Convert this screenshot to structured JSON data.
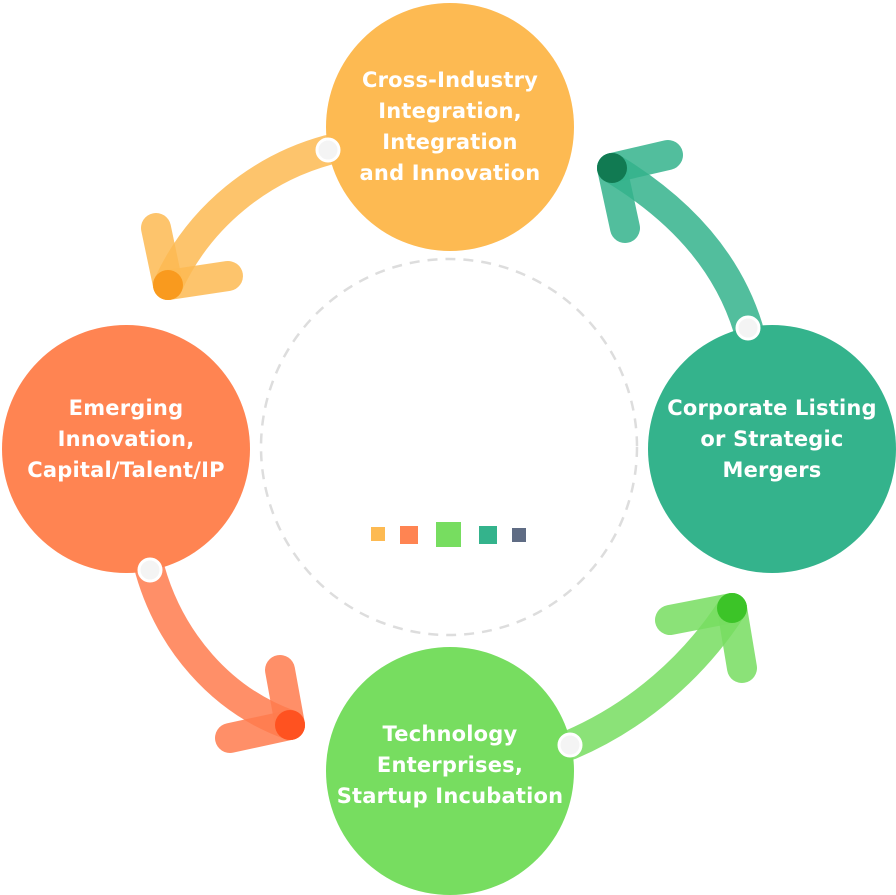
{
  "nodes": {
    "top": {
      "lines": [
        "Cross-Industry",
        "Integration,",
        "Integration",
        "and Innovation"
      ],
      "color": "#FDBA52"
    },
    "left": {
      "lines": [
        "Emerging",
        "Innovation,",
        "Capital/Talent/IP"
      ],
      "color": "#FF8452"
    },
    "bottom": {
      "lines": [
        "Technology",
        "Enterprises,",
        "Startup Incubation"
      ],
      "color": "#77DD60"
    },
    "right": {
      "lines": [
        "Corporate Listing",
        "or Strategic",
        "Mergers"
      ],
      "color": "#34B38C"
    }
  },
  "arrows": {
    "top_to_left": {
      "color": "#FDBA52",
      "head": "#F99A1E"
    },
    "left_to_bottom": {
      "color": "#FF7B4D",
      "head": "#FF5220"
    },
    "bottom_to_right": {
      "color": "#77DD60",
      "head": "#3CC428"
    },
    "right_to_top": {
      "color": "#34B38C",
      "head": "#117A52"
    }
  },
  "center": {
    "ring_color": "#DDDDDD"
  },
  "legend_swatches": [
    "#FDBA52",
    "#FF8452",
    "#77DD60",
    "#34B38C",
    "#5F6C84"
  ]
}
